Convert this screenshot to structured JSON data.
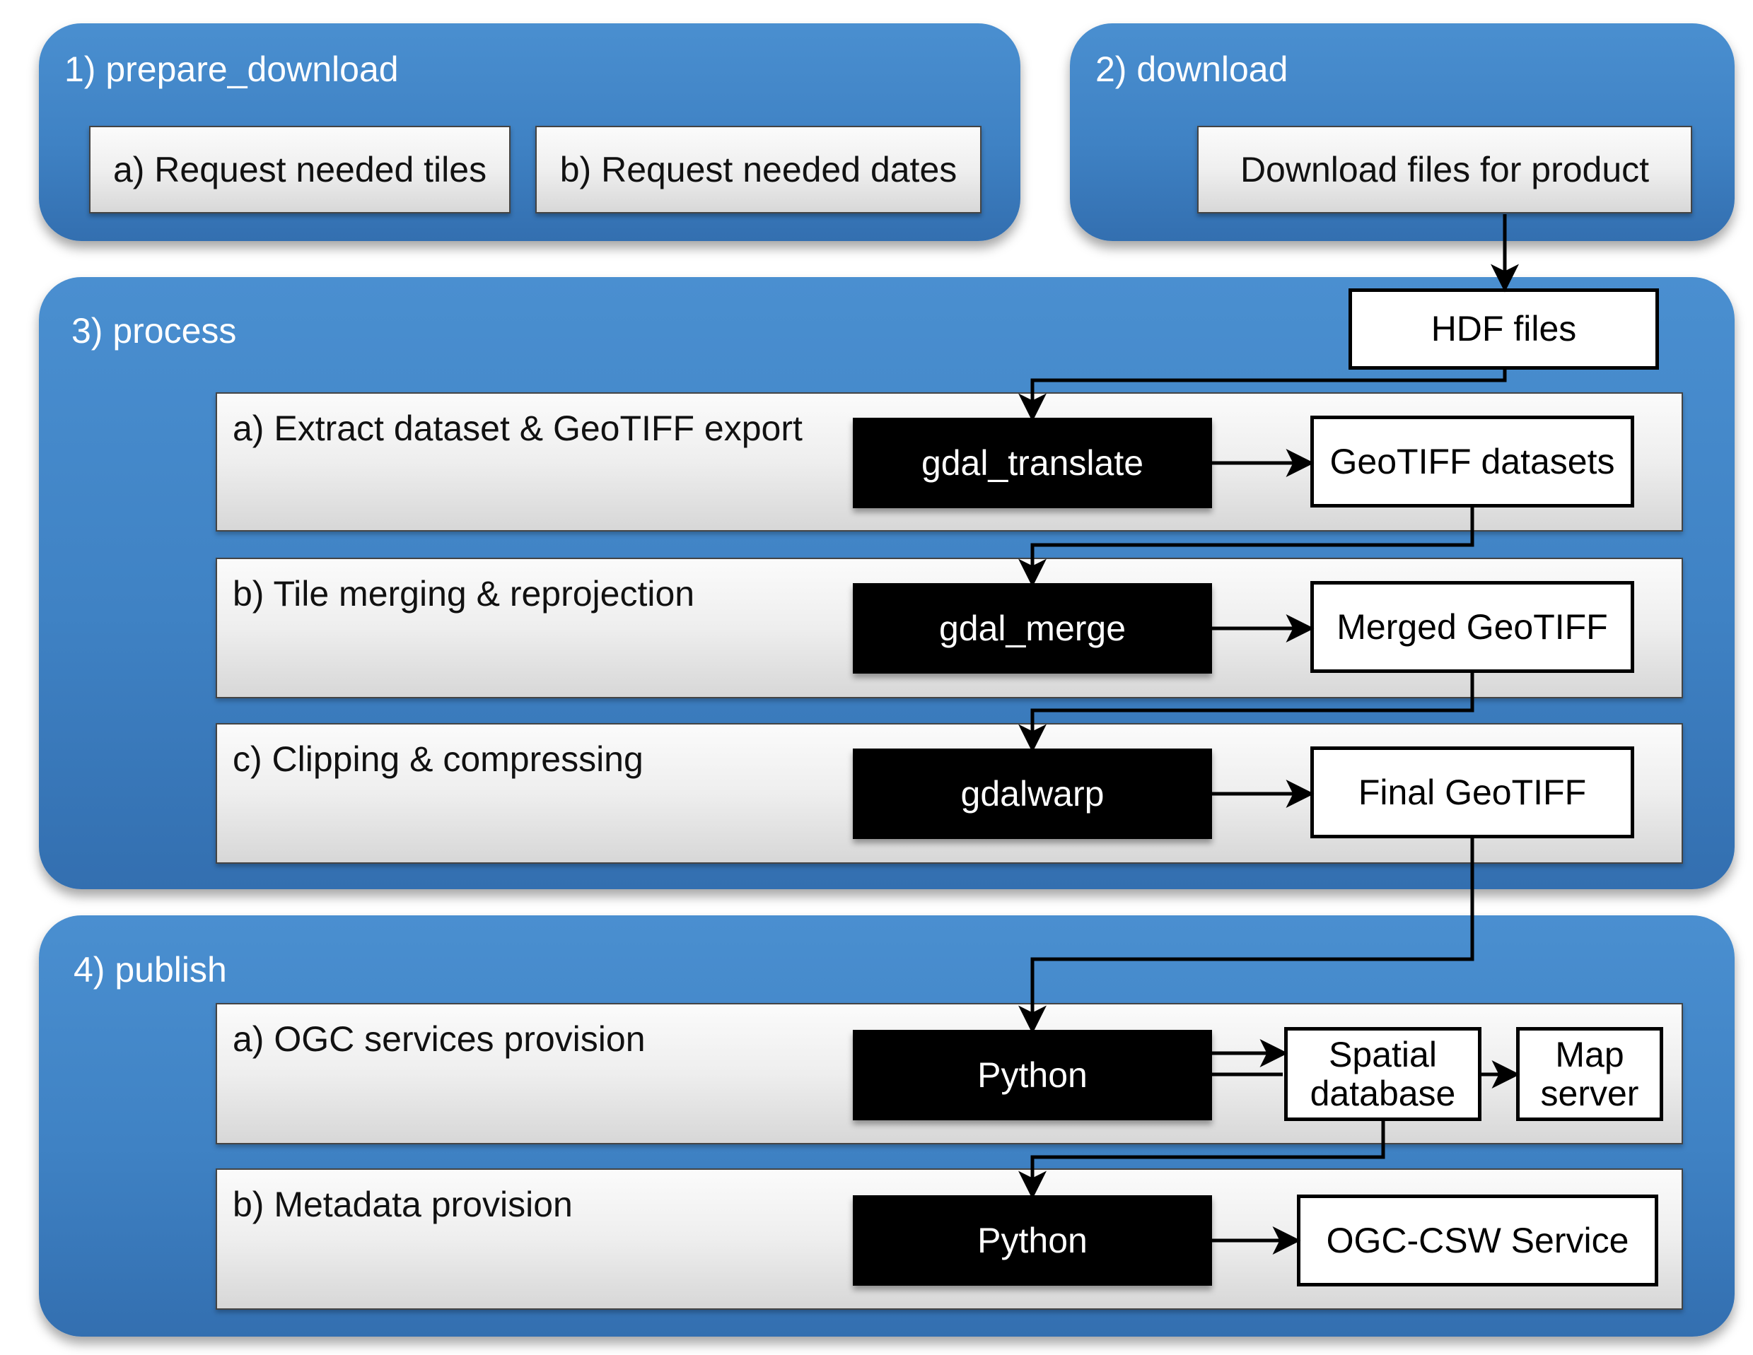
{
  "stages": {
    "prepare": {
      "title": "1) prepare_download",
      "step_a": "a) Request needed tiles",
      "step_b": "b) Request needed dates"
    },
    "download": {
      "title": "2) download",
      "step": "Download files for product"
    },
    "process": {
      "title": "3) process",
      "hdf": "HDF files",
      "a": {
        "title": "a) Extract dataset & GeoTIFF export",
        "tool": "gdal_translate",
        "output": "GeoTIFF datasets"
      },
      "b": {
        "title": "b) Tile merging & reprojection",
        "tool": "gdal_merge",
        "output": "Merged GeoTIFF"
      },
      "c": {
        "title": "c) Clipping & compressing",
        "tool": "gdalwarp",
        "output": "Final GeoTIFF"
      }
    },
    "publish": {
      "title": "4) publish",
      "a": {
        "title": "a) OGC services provision",
        "tool": "Python",
        "db_line1": "Spatial",
        "db_line2": "database",
        "map_line1": "Map",
        "map_line2": "server"
      },
      "b": {
        "title": "b) Metadata provision",
        "tool": "Python",
        "output": "OGC-CSW Service"
      }
    }
  }
}
